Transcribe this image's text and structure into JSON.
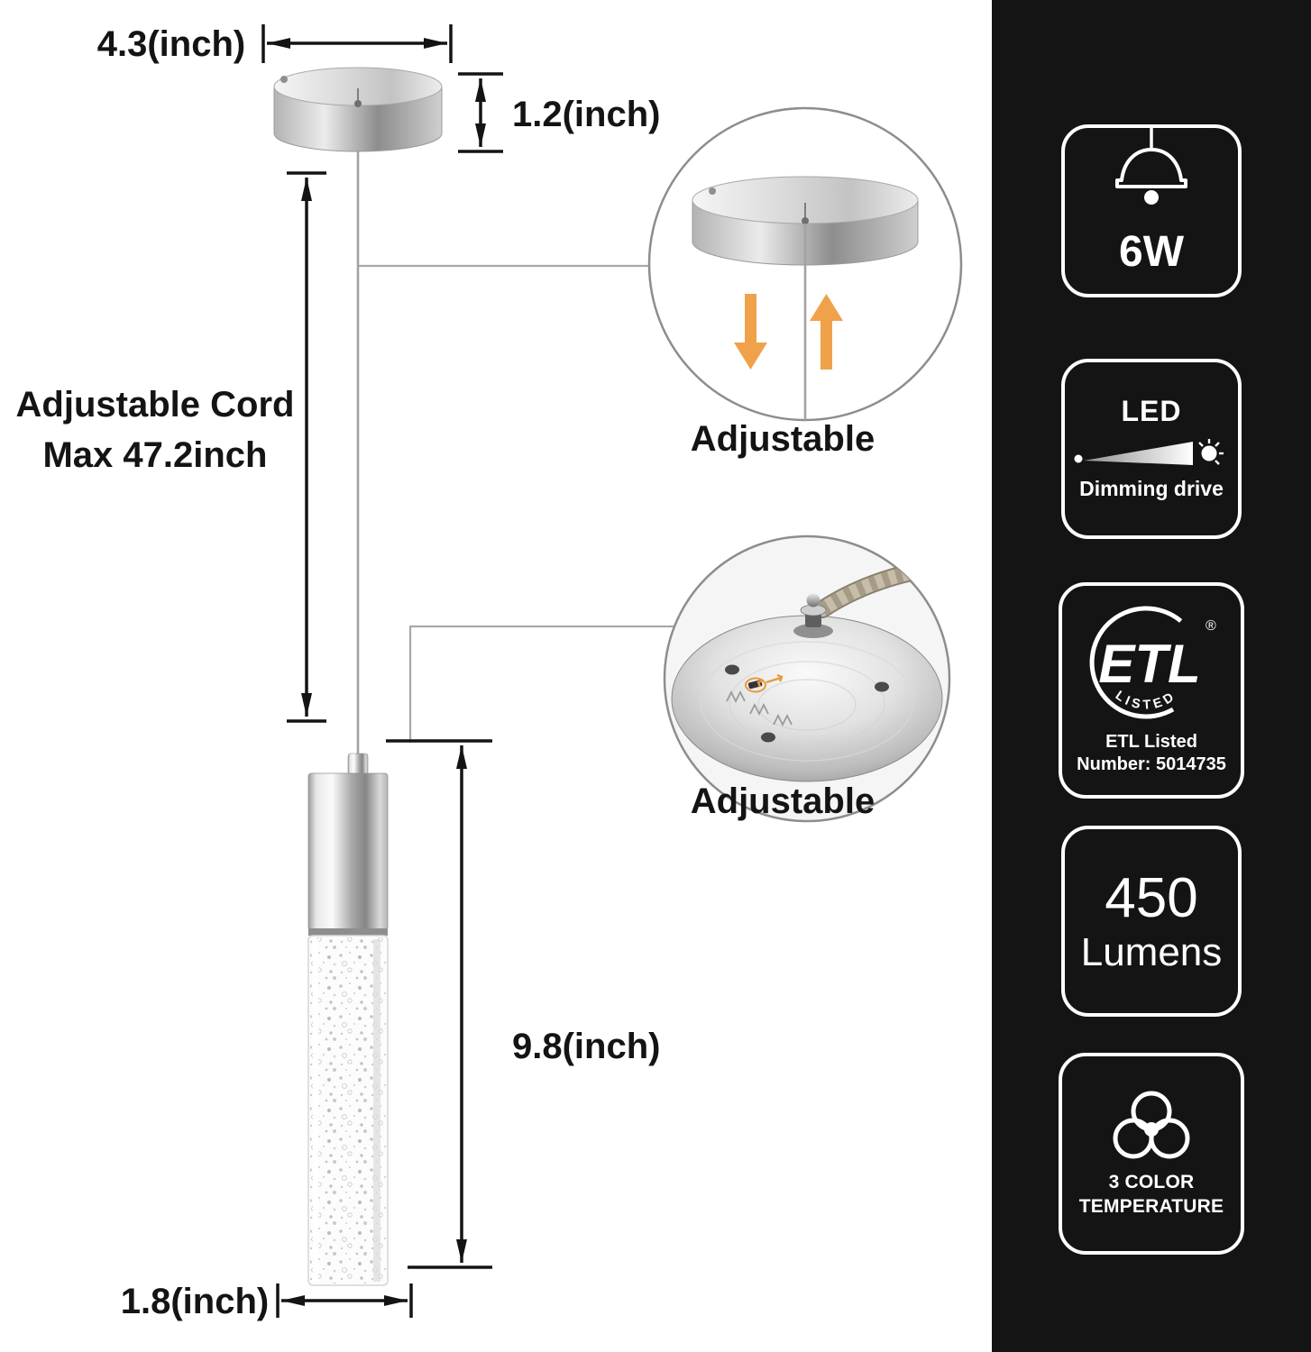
{
  "diagram": {
    "canopy_width_label": "4.3(inch)",
    "canopy_height_label": "1.2(inch)",
    "cord_label_line1": "Adjustable Cord",
    "cord_label_line2": "Max 47.2inch",
    "inset_top_label": "Adjustable",
    "inset_bottom_label": "Adjustable",
    "lamp_height_label": "9.8(inch)",
    "lamp_diameter_label": "1.8(inch)"
  },
  "panel": {
    "wattage": {
      "value": "6W"
    },
    "dimming": {
      "title": "LED",
      "subtitle": "Dimming drive"
    },
    "etl": {
      "mark": "ETL",
      "registered": "®",
      "arc_text": "LISTED",
      "line1": "ETL Listed",
      "line2": "Number: 5014735"
    },
    "lumens": {
      "value": "450",
      "label": "Lumens"
    },
    "color_temperature": {
      "line1": "3 COLOR",
      "line2": "TEMPERATURE"
    }
  },
  "colors": {
    "panel_background": "#141414",
    "badge_border": "#ffffff",
    "accent_orange": "#f0a24b",
    "dimension_color": "#141414"
  }
}
